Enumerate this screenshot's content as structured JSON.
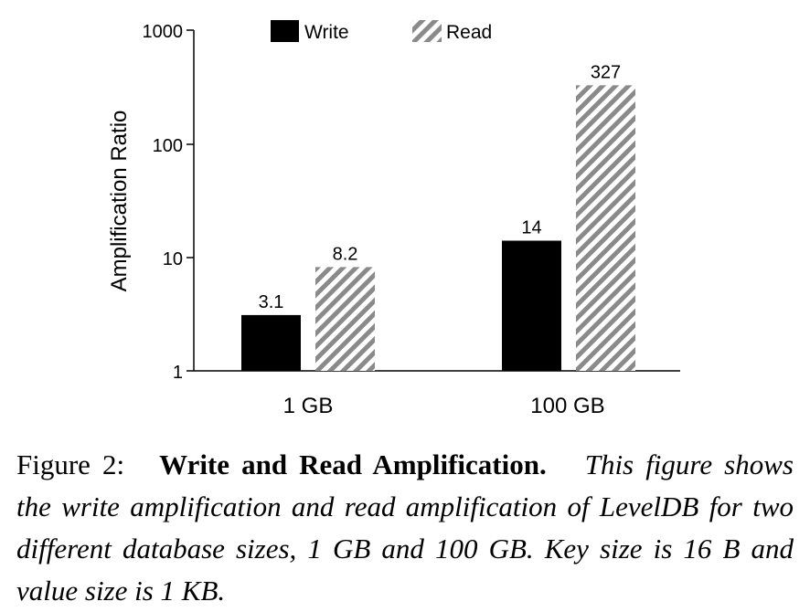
{
  "chart_data": {
    "type": "bar",
    "categories": [
      "1 GB",
      "100 GB"
    ],
    "series": [
      {
        "name": "Write",
        "values": [
          3.1,
          14
        ],
        "labels": [
          "3.1",
          "14"
        ],
        "color": "#000000",
        "pattern": "solid"
      },
      {
        "name": "Read",
        "values": [
          8.2,
          327
        ],
        "labels": [
          "8.2",
          "327"
        ],
        "color": "#888888",
        "pattern": "diagonal-hatch"
      }
    ],
    "ylabel": "Amplification Ratio",
    "yscale": "log",
    "ylim": [
      1,
      1000
    ],
    "yticks": [
      "1",
      "10",
      "100",
      "1000"
    ],
    "legend": "top-center",
    "grid": false
  },
  "caption": {
    "label": "Figure 2:",
    "title": "Write and Read Amplification.",
    "body": "This figure shows the write amplification and read amplification of LevelDB for two different database sizes, 1 GB and 100 GB. Key size is 16 B and value size is 1 KB."
  }
}
